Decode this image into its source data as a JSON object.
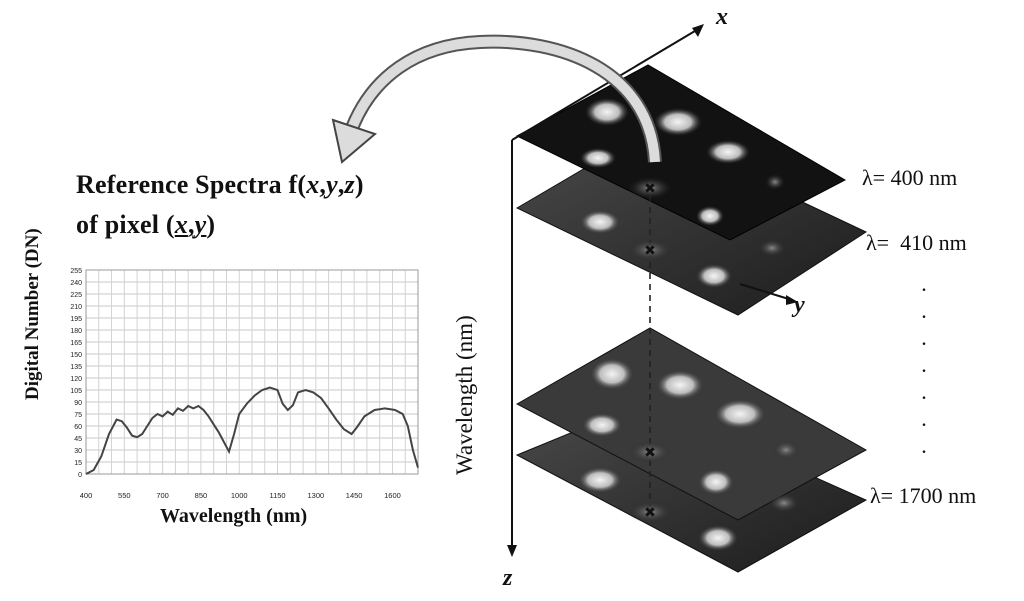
{
  "reference_title_line1": "Reference Spectra f(x,y,z)",
  "title": {
    "prefix": "Reference Spectra f(",
    "x": "x",
    "c1": ",",
    "y": "y",
    "c2": ",",
    "z": "z",
    "suffix": ")",
    "line2_prefix": "of pixel (",
    "ux": "x",
    "uc": ",",
    "uy": "y",
    "line2_suffix": ")"
  },
  "axes": {
    "x": "x",
    "y": "y",
    "z": "z",
    "wavelength_axis": "Wavelength (nm)"
  },
  "layers": [
    {
      "label": "λ= 400 nm"
    },
    {
      "label": "λ=  410 nm"
    },
    {
      "label": "λ= 1700 nm"
    }
  ],
  "ellipsis": ". . . . . . .",
  "chart_data": {
    "type": "line",
    "title": "",
    "xlabel": "Wavelength (nm)",
    "ylabel": "Digital Number (DN)",
    "xlim": [
      400,
      1700
    ],
    "ylim": [
      0,
      255
    ],
    "x_ticks": [
      "400",
      "550",
      "700",
      "850",
      "1000",
      "1150",
      "1300",
      "1450",
      "1600"
    ],
    "y_ticks": [
      "0",
      "15",
      "30",
      "45",
      "60",
      "75",
      "90",
      "105",
      "120",
      "135",
      "150",
      "165",
      "180",
      "195",
      "210",
      "225",
      "240",
      "255"
    ],
    "grid": true,
    "series": [
      {
        "x": [
          400,
          430,
          460,
          490,
          520,
          540,
          560,
          580,
          600,
          620,
          640,
          660,
          680,
          700,
          720,
          740,
          760,
          780,
          800,
          820,
          840,
          860,
          880,
          900,
          920,
          940,
          960,
          980,
          1000,
          1030,
          1060,
          1090,
          1120,
          1150,
          1170,
          1190,
          1210,
          1230,
          1260,
          1290,
          1320,
          1350,
          1380,
          1410,
          1440,
          1460,
          1490,
          1530,
          1570,
          1610,
          1640,
          1660,
          1680,
          1700
        ],
        "y": [
          0,
          5,
          22,
          50,
          68,
          66,
          58,
          48,
          46,
          50,
          60,
          70,
          75,
          72,
          78,
          74,
          82,
          79,
          85,
          82,
          85,
          80,
          72,
          62,
          52,
          40,
          28,
          50,
          75,
          88,
          98,
          105,
          108,
          105,
          88,
          80,
          86,
          102,
          105,
          102,
          95,
          82,
          68,
          56,
          50,
          58,
          72,
          80,
          82,
          80,
          75,
          60,
          30,
          8
        ]
      }
    ]
  }
}
